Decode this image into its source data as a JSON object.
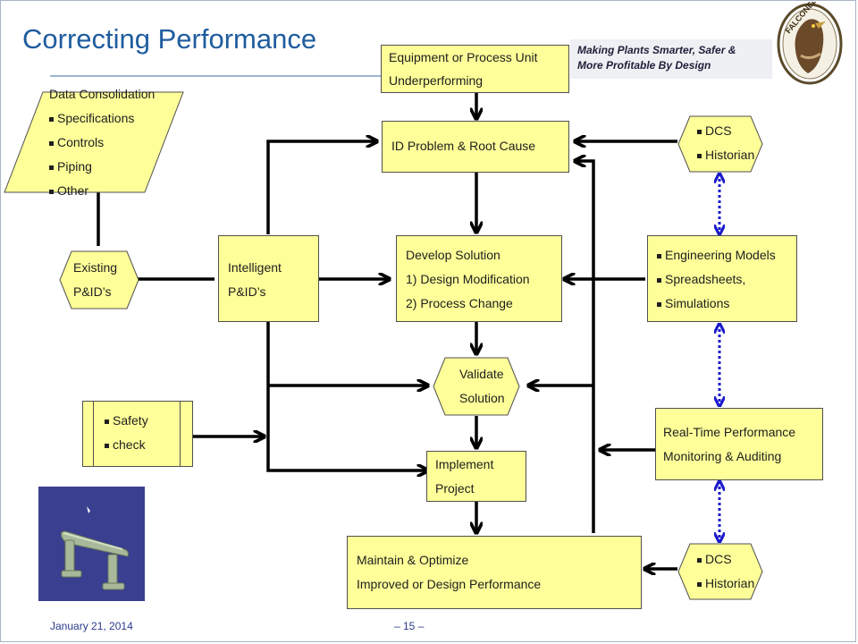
{
  "slide": {
    "title": "Correcting Performance",
    "tagline_line1": "Making Plants Smarter, Safer &",
    "tagline_line2": "More Profitable By Design",
    "logo_text": "FALCONEER",
    "footer_date": "January 21, 2014",
    "footer_page": "– 15 –"
  },
  "nodes": {
    "equipment": {
      "line1": "Equipment or Process Unit",
      "line2": "Underperforming"
    },
    "id_problem": {
      "label": "ID Problem & Root Cause"
    },
    "data_consolidation": {
      "heading": "Data Consolidation",
      "items": [
        "Specifications",
        "Controls",
        "Piping",
        "Other"
      ]
    },
    "existing_pids": {
      "line1": "Existing",
      "line2": "P&ID’s"
    },
    "intelligent_pids": {
      "line1": "Intelligent",
      "line2": "P&ID’s"
    },
    "develop_solution": {
      "line1": "Develop Solution",
      "line2": "1) Design Modification",
      "line3": "2) Process Change"
    },
    "dcs_top": {
      "items": [
        "DCS",
        "Historian"
      ]
    },
    "engineering_models": {
      "items": [
        "Engineering Models",
        "Spreadsheets,",
        "Simulations"
      ]
    },
    "validate": {
      "line1": "Validate",
      "line2": "Solution"
    },
    "safety": {
      "items": [
        "Safety",
        "check"
      ]
    },
    "implement": {
      "line1": "Implement",
      "line2": "Project"
    },
    "realtime": {
      "line1": "Real-Time Performance",
      "line2": "Monitoring & Auditing"
    },
    "maintain": {
      "line1": "Maintain & Optimize",
      "line2": "Improved or Design Performance"
    },
    "dcs_bottom": {
      "items": [
        "DCS",
        "Historian"
      ]
    }
  },
  "colors": {
    "box_fill": "#ffff99",
    "title": "#1f5c9e",
    "arrow": "#000000",
    "dotted": "#1a1acc"
  }
}
